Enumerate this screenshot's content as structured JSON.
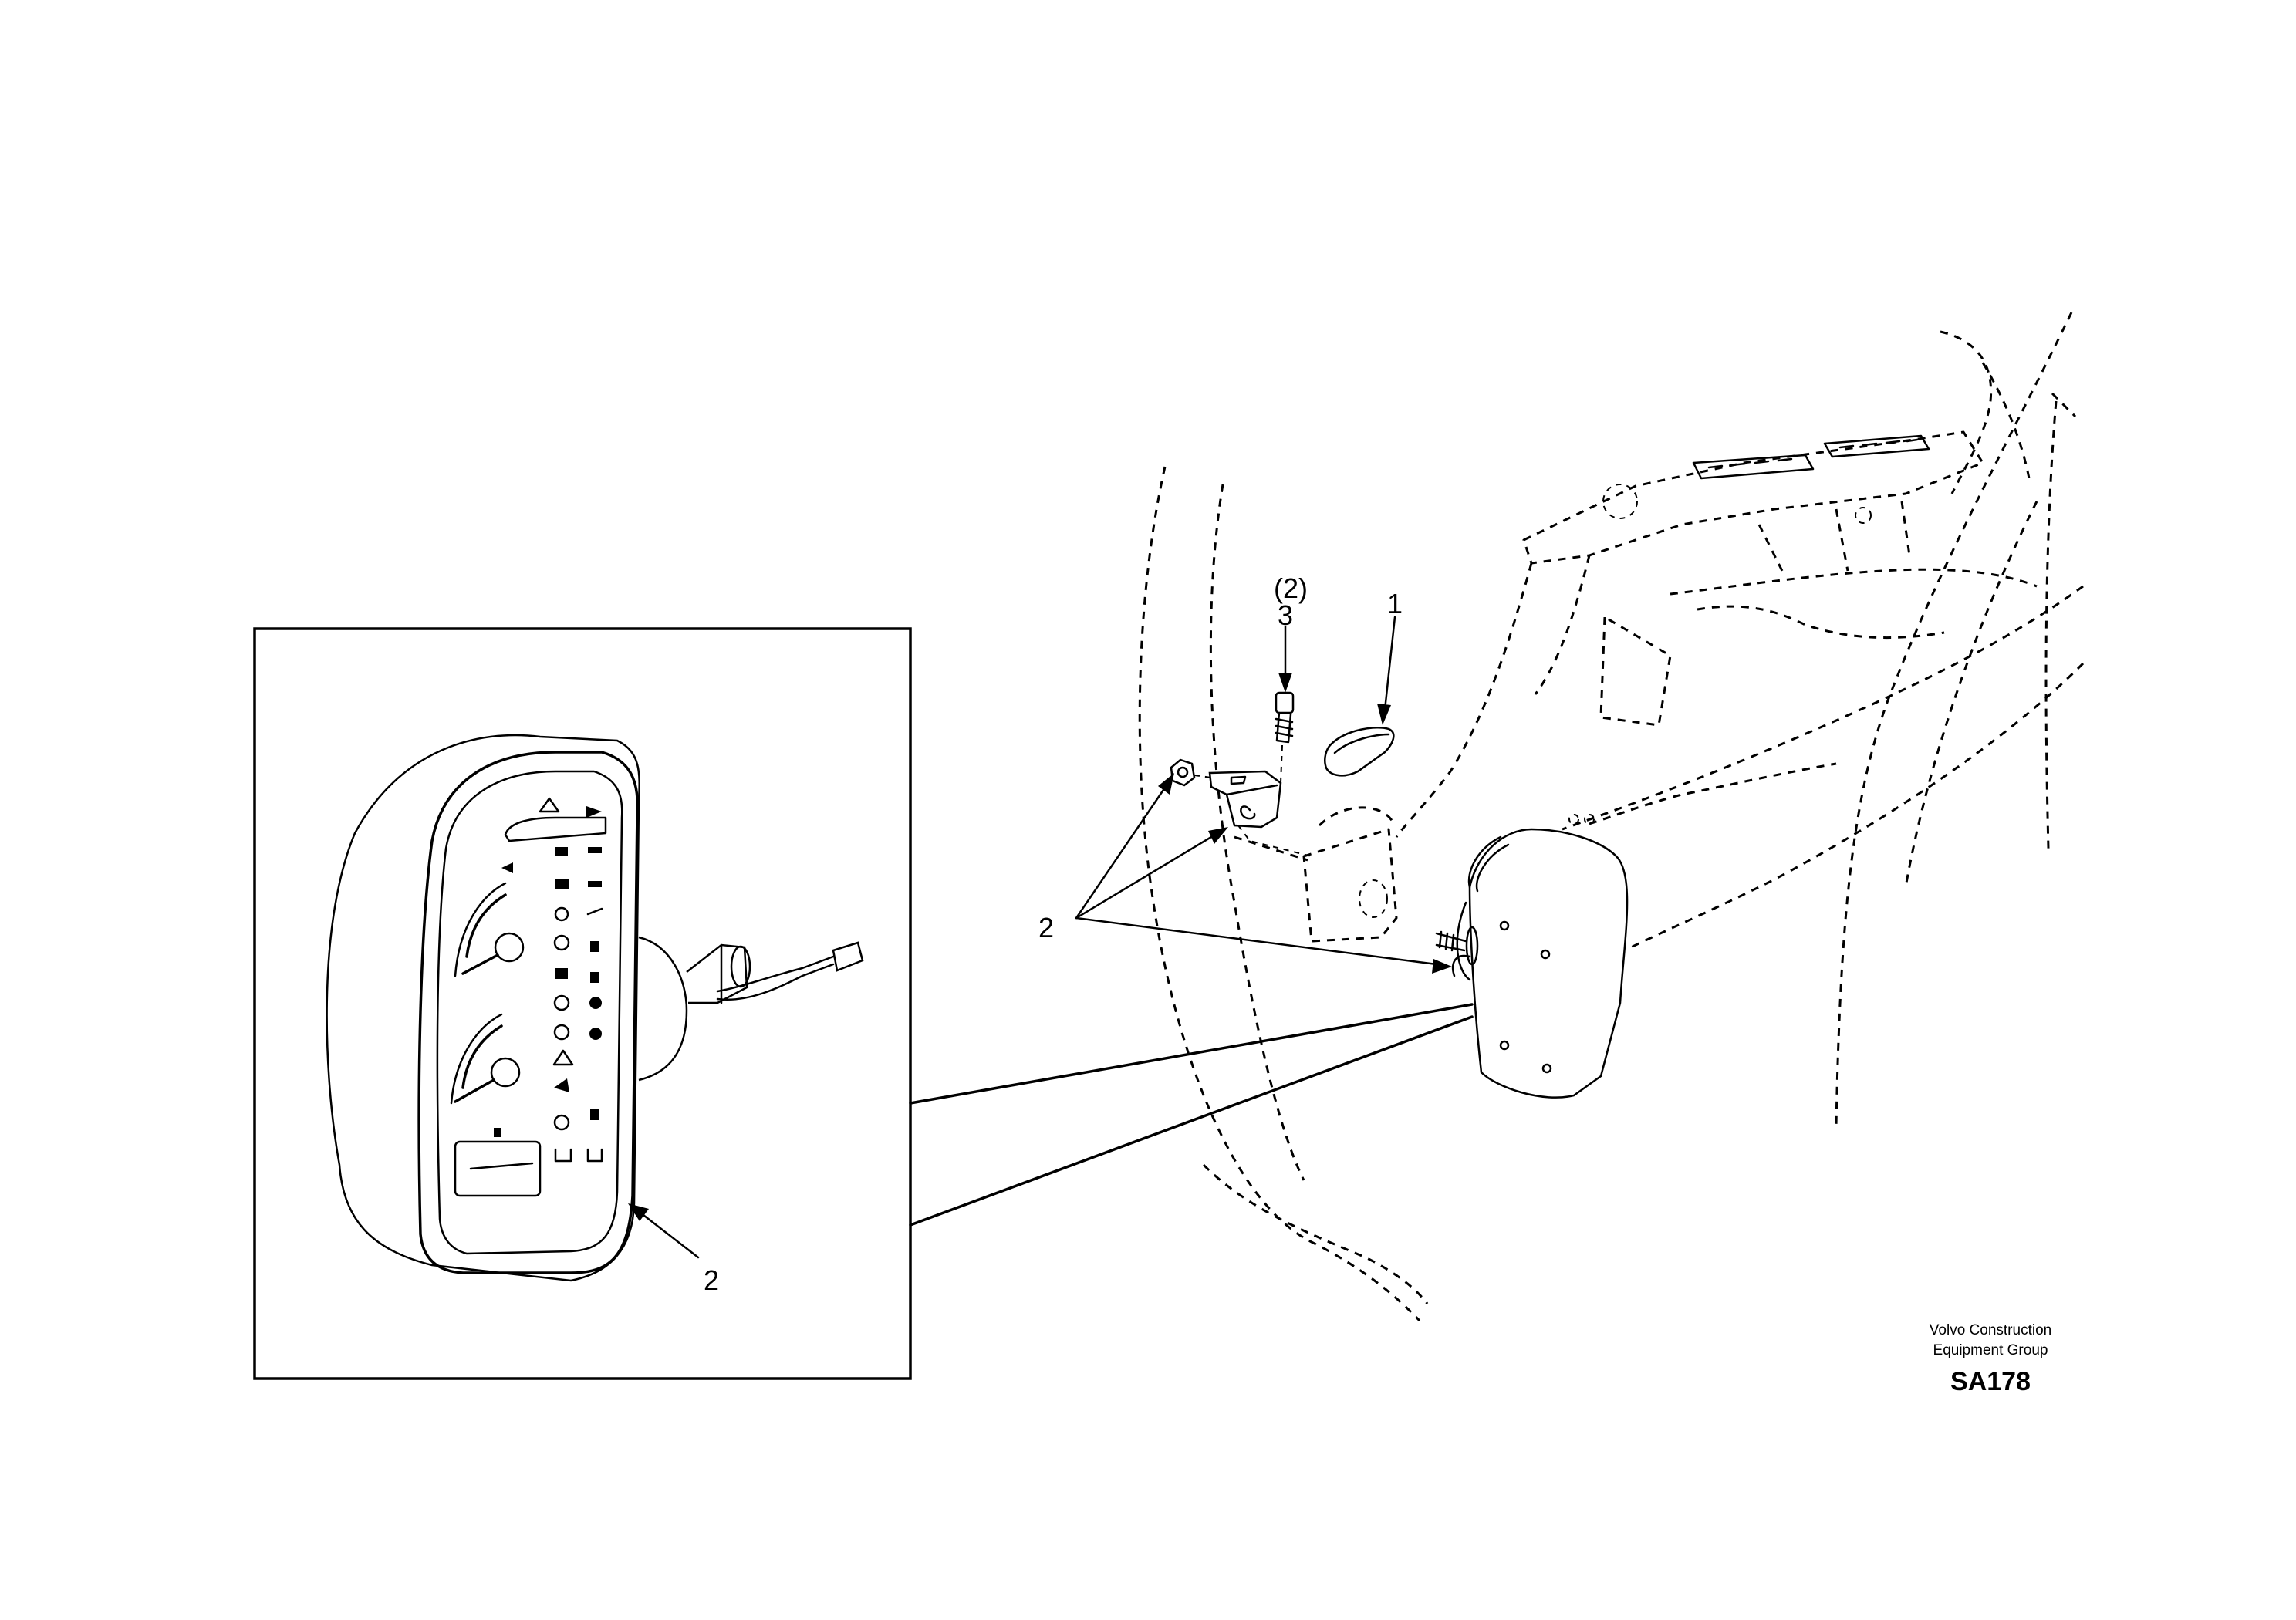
{
  "callouts": {
    "item_1": "1",
    "item_2_detail": "2",
    "item_2_main": "2",
    "item_3": "3",
    "item_3_qty": "(2)"
  },
  "footer": {
    "brand_line1": "Volvo Construction",
    "brand_line2": "Equipment Group",
    "figure_code": "SA178"
  }
}
